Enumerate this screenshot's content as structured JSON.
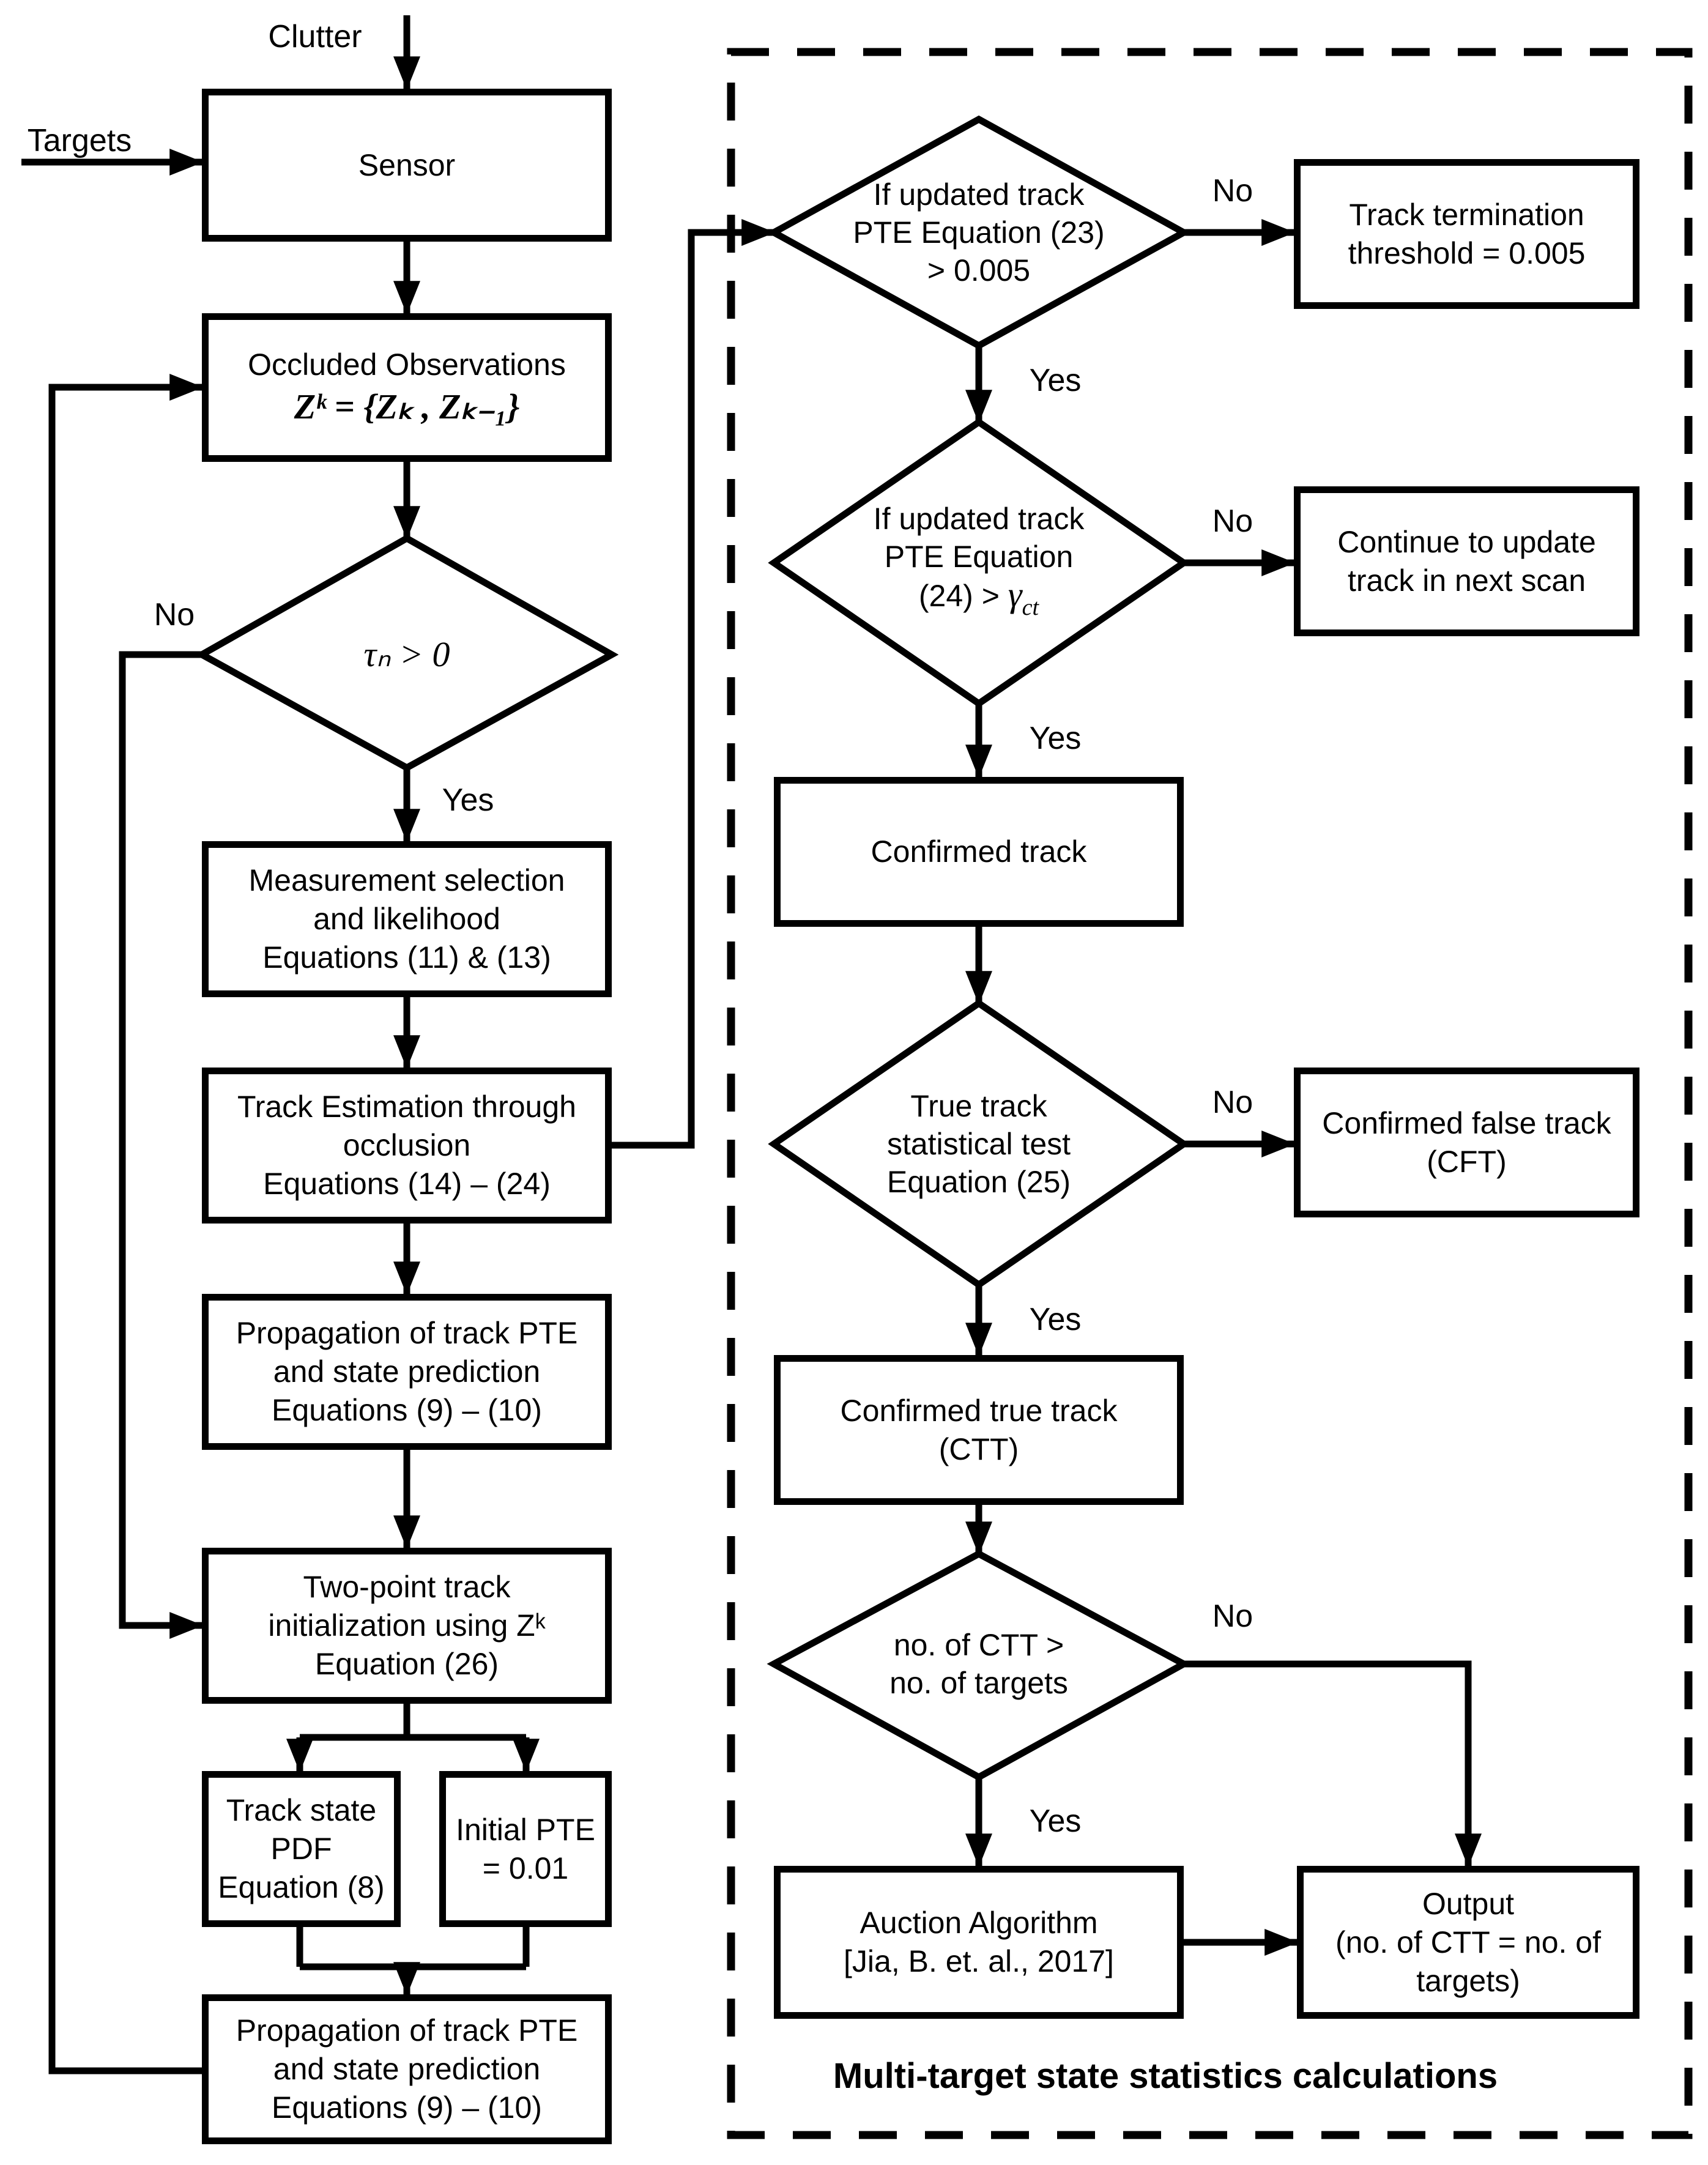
{
  "inputs": {
    "clutter_label": "Clutter",
    "targets_label": "Targets"
  },
  "left_column": {
    "sensor_box": {
      "label": "Sensor"
    },
    "occluded_box": {
      "line1": "Occluded Observations",
      "formula": "Zᵏ = {Zₖ , Zₖ₋₁}"
    },
    "tau_decision": {
      "condition": "τₙ > 0",
      "no_label": "No",
      "yes_label": "Yes"
    },
    "measurement_box": {
      "line1": "Measurement selection",
      "line2": "and likelihood",
      "line3": "Equations (11) & (13)"
    },
    "track_estimation_box": {
      "line1": "Track Estimation through",
      "line2": "occlusion",
      "line3": "Equations (14) – (24)"
    },
    "propagation_box_top": {
      "line1": "Propagation of track PTE",
      "line2": "and state prediction",
      "line3": "Equations (9) – (10)"
    },
    "two_point_box": {
      "line1": "Two-point track",
      "line2": "initialization using Zᵏ",
      "line3": "Equation (26)"
    },
    "track_state_pdf_box": {
      "line1": "Track state",
      "line2": "PDF",
      "line3": "Equation (8)"
    },
    "initial_pte_box": {
      "line1": "Initial PTE",
      "line2": "= 0.01"
    },
    "propagation_box_bottom": {
      "line1": "Propagation of track PTE",
      "line2": "and state prediction",
      "line3": "Equations (9) – (10)"
    }
  },
  "right_column": {
    "pte23_decision": {
      "line1": "If updated track",
      "line2": "PTE Equation (23)",
      "line3": "> 0.005",
      "no_label": "No",
      "yes_label": "Yes"
    },
    "track_termination_box": {
      "line1": "Track termination",
      "line2": "threshold = 0.005"
    },
    "pte24_decision": {
      "line1": "If updated track",
      "line2": "PTE Equation",
      "line3_prefix": "(24) > ",
      "line3_gamma": "γ",
      "line3_sub": "ct",
      "no_label": "No",
      "yes_label": "Yes"
    },
    "continue_box": {
      "line1": "Continue to update",
      "line2": "track in next scan"
    },
    "confirmed_track_box": {
      "label": "Confirmed track"
    },
    "true_track_decision": {
      "line1": "True track",
      "line2": "statistical test",
      "line3": "Equation (25)",
      "no_label": "No",
      "yes_label": "Yes"
    },
    "confirmed_false_box": {
      "line1": "Confirmed false track",
      "line2": "(CFT)"
    },
    "confirmed_true_box": {
      "line1": "Confirmed true track",
      "line2": "(CTT)"
    },
    "ctt_count_decision": {
      "line1": "no. of CTT >",
      "line2": "no. of targets",
      "no_label": "No",
      "yes_label": "Yes"
    },
    "auction_box": {
      "line1": "Auction Algorithm",
      "line2": "[Jia, B. et. al., 2017]"
    },
    "output_box": {
      "line1": "Output",
      "line2": "(no. of CTT = no. of",
      "line3": "targets)"
    },
    "caption": "Multi-target state statistics calculations"
  }
}
